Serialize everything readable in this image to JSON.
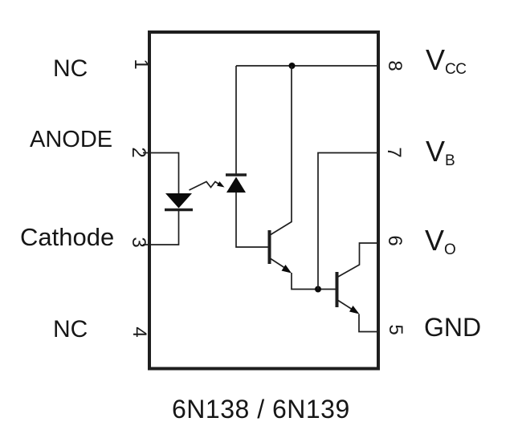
{
  "diagram": {
    "title": "6N138 / 6N139",
    "device_type": "optocoupler schematic pinout",
    "left_pins": [
      {
        "number": "1",
        "label": "NC"
      },
      {
        "number": "2",
        "label": "ANODE"
      },
      {
        "number": "3",
        "label": "Cathode"
      },
      {
        "number": "4",
        "label": "NC"
      }
    ],
    "right_pins": [
      {
        "number": "8",
        "label": "V",
        "sub": "CC"
      },
      {
        "number": "7",
        "label": "V",
        "sub": "B"
      },
      {
        "number": "6",
        "label": "V",
        "sub": "O"
      },
      {
        "number": "5",
        "label": "GND",
        "sub": ""
      }
    ],
    "components": [
      "input LED",
      "light emission arrow",
      "photodiode",
      "darlington transistor Q1",
      "darlington transistor Q2"
    ],
    "colors": {
      "line": "#1e1e1e",
      "fill": "#0a0a0a",
      "background": "#ffffff"
    }
  }
}
